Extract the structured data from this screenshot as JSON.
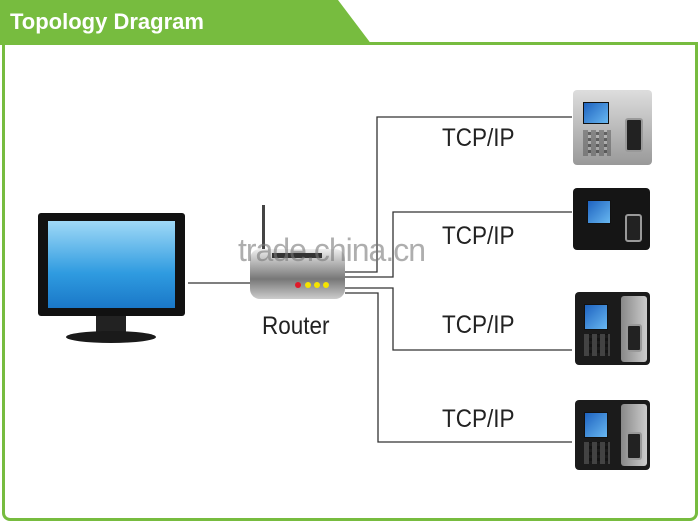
{
  "header": {
    "title": "Topology Dragram"
  },
  "diagram": {
    "router_label": "Router",
    "connections": [
      {
        "label": "TCP/IP"
      },
      {
        "label": "TCP/IP"
      },
      {
        "label": "TCP/IP"
      },
      {
        "label": "TCP/IP"
      }
    ],
    "watermark": "trade.china.cn"
  },
  "colors": {
    "accent": "#77bc3f"
  }
}
